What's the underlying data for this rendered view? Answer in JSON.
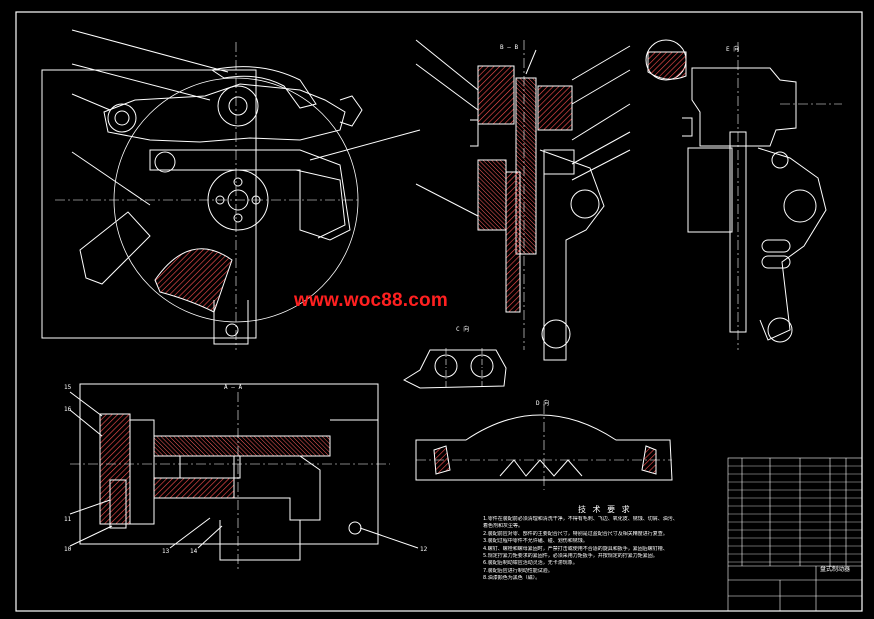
{
  "watermark": "www.woc88.com",
  "technical_requirements": {
    "title": "技 术 要 求",
    "notes": [
      "1.零件在装配前必须清理和清洗干净，不得有毛刺、飞边、氧化皮、锈蚀、切屑、油污、",
      "着色剂和灰尘等。",
      "2.装配前应对零、部件的主要配合尺寸，特别是过盈配合尺寸及相关精度进行复查。",
      "3.装配过程中零件不允许磕、碰、划伤和锈蚀。",
      "4.螺钉、螺栓和螺母紧固时，严禁打击或使用不合适的旋具和扳手，紧固后螺钉槽、",
      "5.规定拧紧力矩要求的紧固件，必须采用力矩扳手，并按规定的拧紧力矩紧固。",
      "6.装配后制动钳应活动灵活，无卡滞现象。",
      "7.装配后应进行制动性能试验。",
      "8.油漆颜色为黑色（磁）。"
    ]
  },
  "title_block": {
    "drawing_name": "盘式制动器"
  },
  "view_labels": {
    "section_bb": "B — B",
    "section_aa": "A — A",
    "view_c": "C 向",
    "view_d": "D 向",
    "view_e": "E 向",
    "callout_12": "12",
    "callout_11": "11",
    "callout_10": "10",
    "callout_13": "13",
    "callout_14": "14",
    "callout_15": "15",
    "callout_16": "16"
  },
  "colors": {
    "background": "#000000",
    "lines": "#ffffff",
    "hatch": "#ff5050",
    "watermark": "#ff2020"
  }
}
